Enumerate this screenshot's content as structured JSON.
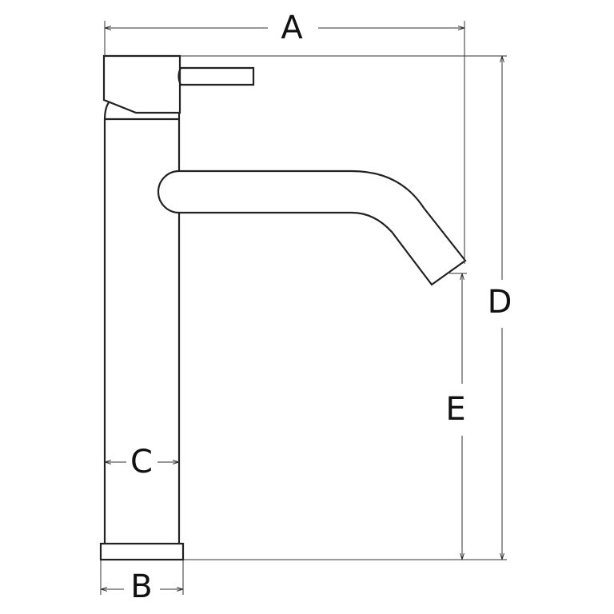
{
  "diagram": {
    "labels": {
      "overall_width": "A",
      "base_width": "B",
      "body_width": "C",
      "overall_height": "D",
      "spout_height": "E"
    },
    "line_color": "#222222"
  }
}
